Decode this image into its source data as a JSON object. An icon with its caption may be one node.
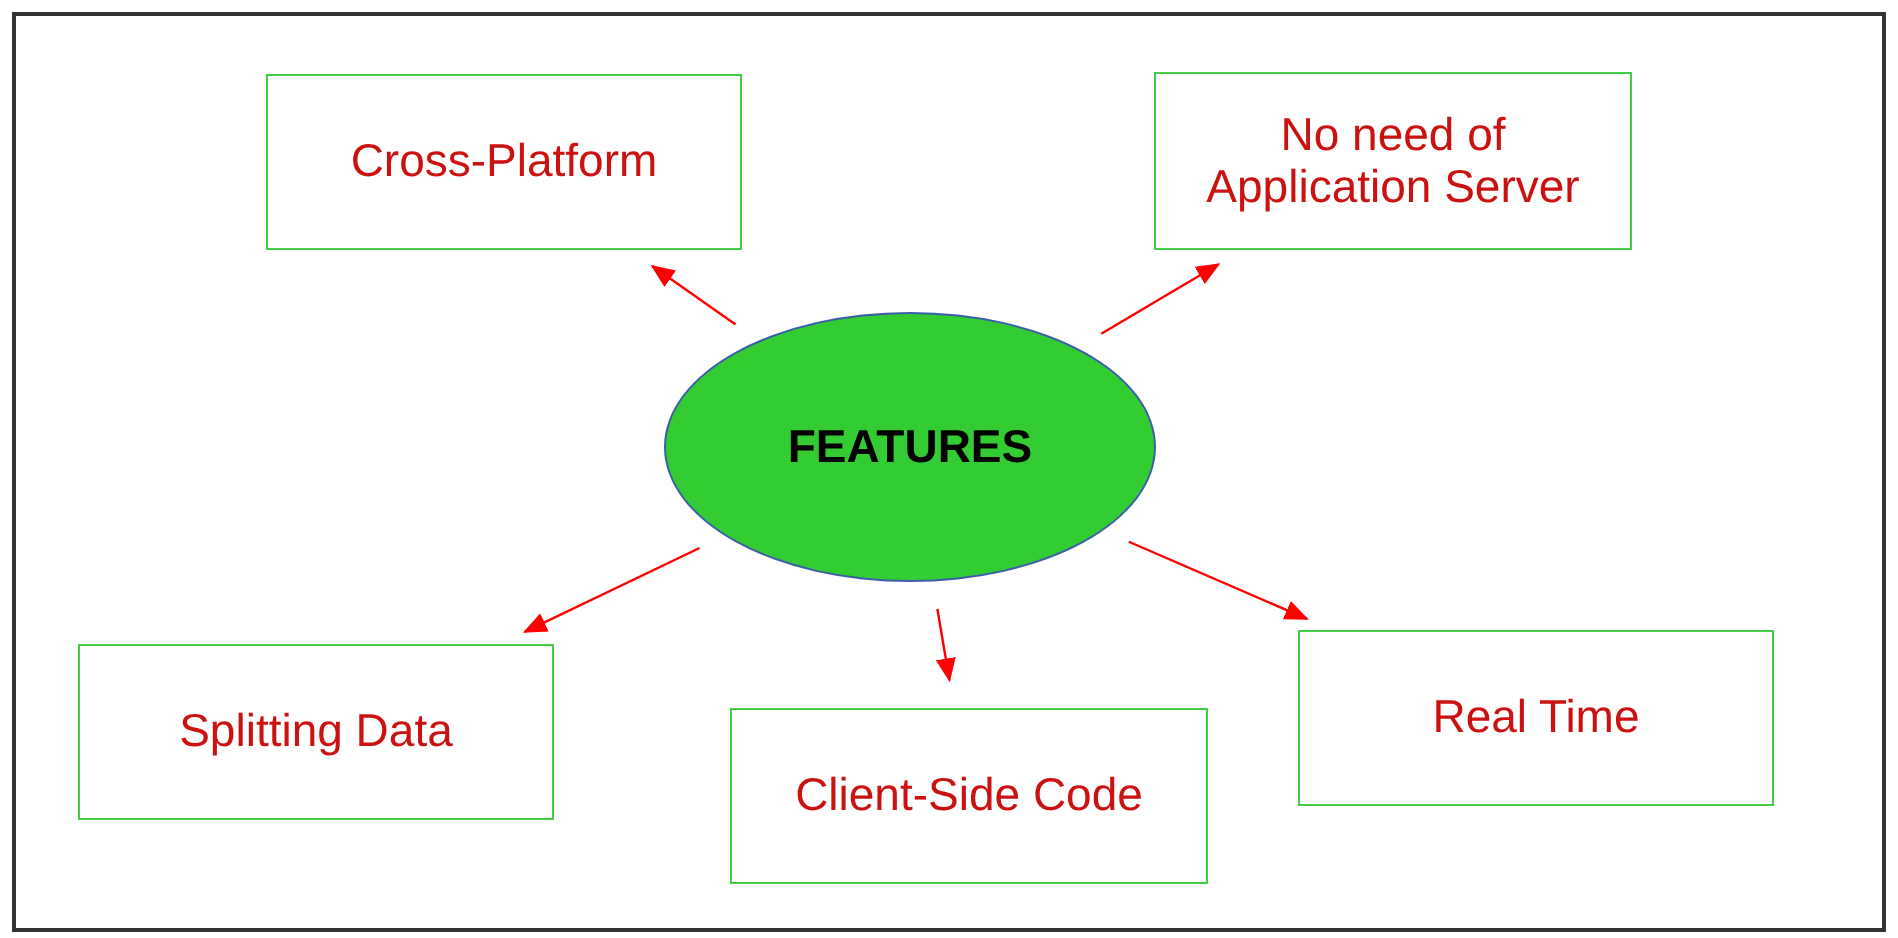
{
  "diagram": {
    "nodes": [
      {
        "text": [
          "FEATURES"
        ]
      },
      {
        "text": [
          "Cross-Platform"
        ]
      },
      {
        "text": [
          "No need of Application Server"
        ]
      },
      {
        "text": [
          "Splitting Data"
        ]
      },
      {
        "text": [
          "Client-Side Code"
        ]
      },
      {
        "text": [
          "Real Time"
        ]
      }
    ],
    "edges": [
      {
        "from": 0,
        "to": 1,
        "arrow": "to"
      },
      {
        "from": 0,
        "to": 2,
        "arrow": "to"
      },
      {
        "from": 0,
        "to": 3,
        "arrow": "to"
      },
      {
        "from": 0,
        "to": 4,
        "arrow": "to"
      },
      {
        "from": 0,
        "to": 5,
        "arrow": "to"
      }
    ]
  }
}
